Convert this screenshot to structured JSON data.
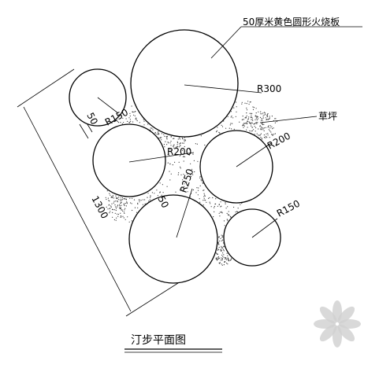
{
  "annotations": {
    "material": "50厚米黄色圆形火烧板",
    "lawn": "草坪",
    "overall_length": "1300",
    "gap": "50"
  },
  "radii_labels": {
    "top": "R300",
    "upper_left": "R150",
    "middle_left": "R200",
    "middle_right": "R200",
    "bottom_center": "R250",
    "bottom_right": "R150"
  },
  "title": "汀步平面图",
  "colors": {
    "ink": "#000000",
    "watermark": "#cfcfcf"
  },
  "watermark_icon": "flower-icon"
}
